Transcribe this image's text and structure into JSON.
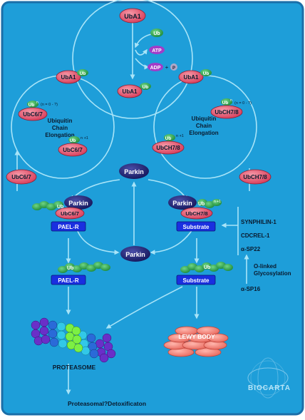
{
  "colors": {
    "background": "#1e9ed9",
    "border": "#1a6ea8",
    "arrow": "#a8e4f8",
    "pink": "#e8506a",
    "ub_green": "#2fa64a",
    "parkin_navy": "#1c1e6e",
    "substrate_blue": "#1a2fe0",
    "atp_purple": "#a23cc8",
    "lewy_salmon": "#f2847a",
    "text_dark": "#0a1a2e",
    "text_white": "#ffffff"
  },
  "top_cycle": {
    "uba1_top": "UbA1",
    "ub_free": "Ub",
    "atp": "ATP",
    "adp": "ADP",
    "adp_plus": "+",
    "p": "P",
    "uba1_left": "UbA1",
    "uba1_left_ub": "Ub",
    "uba1_right": "UbA1",
    "uba1_right_ub": "Ub",
    "uba1_bottom": "UbA1",
    "uba1_bottom_ub": "Ub"
  },
  "left_cycle": {
    "ubn_top": "Ub",
    "ubn_top_sup": "n",
    "ubn_top_range": "(n = 0 - ?)",
    "ubc_top": "UbC6/7",
    "label_line1": "Ubiquitin",
    "label_line2": "Chain",
    "label_line3": "Elongation",
    "ubn1": "Ub",
    "ubn1_sup": "n +1",
    "ubc_mid": "UbC6/7",
    "ubc_side": "UbC6/7"
  },
  "right_cycle": {
    "ubn_top": "Ub",
    "ubn_top_sup": "n",
    "ubn_top_range": "(n = 0 - ?)",
    "ubch_top": "UbCH7/8",
    "label_line1": "Ubiquitin",
    "label_line2": "Chain",
    "label_line3": "Elongation",
    "ubn1": "Ub",
    "ubn1_sup": "n +1",
    "ubch_mid": "UbCH7/8",
    "ubch_side": "UbCH7/8"
  },
  "center": {
    "parkin_top": "Parkin",
    "parkin_bottom": "Parkin"
  },
  "left_complex": {
    "ubn": "Ub",
    "ubn_sup": "n",
    "parkin": "Parkin",
    "ubc": "UbC6/7",
    "substrate": "PAEL-R",
    "ub_chain": "Ub",
    "substrate_ub": "PAEL-R"
  },
  "right_complex": {
    "parkin": "Parkin",
    "ubn": "Ub",
    "ubn_sup": "n +1",
    "ubch": "UbCH7/8",
    "substrate": "Substrate",
    "ub_chain": "Ub",
    "substrate_ub": "Substrate"
  },
  "substrates": {
    "synphilin": "SYNPHILIN-1",
    "cdcrel": "CDCREL-1",
    "sp22": "α-SP22",
    "glyco1": "O-linked",
    "glyco2": "Glycosylation",
    "sp16": "α-SP16"
  },
  "bottom": {
    "proteasome": "PROTEASOME",
    "lewy_body": "LEWY BODY",
    "outcome": "Proteasomal?Detoxificaton",
    "logo": "BIOCARTA"
  }
}
